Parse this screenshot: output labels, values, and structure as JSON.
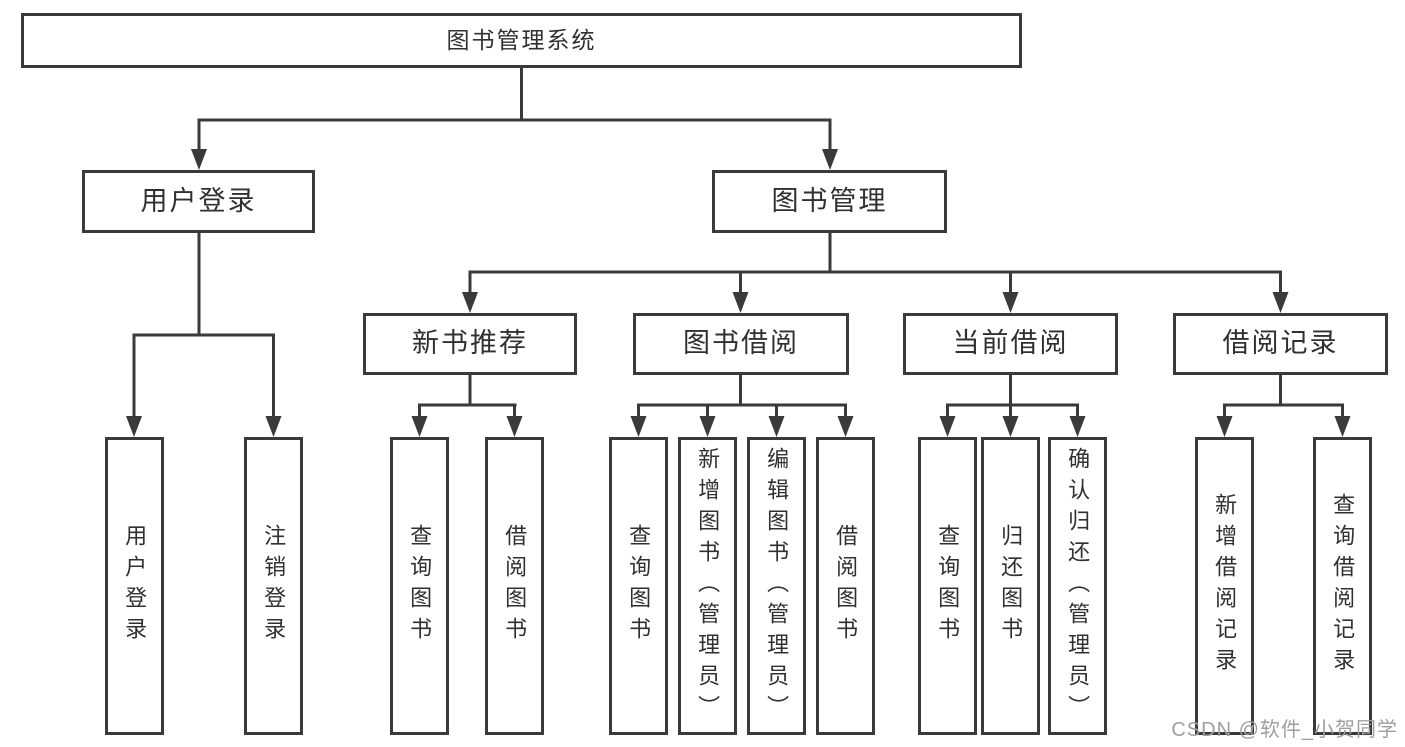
{
  "diagram": {
    "root": {
      "label": "图书管理系统"
    },
    "branches": [
      {
        "label": "用户登录",
        "children": [
          {
            "label": "用户登录"
          },
          {
            "label": "注销登录"
          }
        ]
      },
      {
        "label": "图书管理",
        "children": [
          {
            "label": "新书推荐",
            "children": [
              {
                "label": "查询图书"
              },
              {
                "label": "借阅图书"
              }
            ]
          },
          {
            "label": "图书借阅",
            "children": [
              {
                "label": "查询图书"
              },
              {
                "label": "新增图书（管理员）"
              },
              {
                "label": "编辑图书（管理员）"
              },
              {
                "label": "借阅图书"
              }
            ]
          },
          {
            "label": "当前借阅",
            "children": [
              {
                "label": "查询图书"
              },
              {
                "label": "归还图书"
              },
              {
                "label": "确认归还（管理员）"
              }
            ]
          },
          {
            "label": "借阅记录",
            "children": [
              {
                "label": "新增借阅记录"
              },
              {
                "label": "查询借阅记录"
              }
            ]
          }
        ]
      }
    ]
  },
  "watermark": {
    "text": "CSDN @软件_小贺同学"
  },
  "colors": {
    "line": "#3a3a3a",
    "text": "#303030",
    "watermark": "#9e9e9e",
    "background": "#ffffff",
    "box_bg": "#ffffff"
  }
}
